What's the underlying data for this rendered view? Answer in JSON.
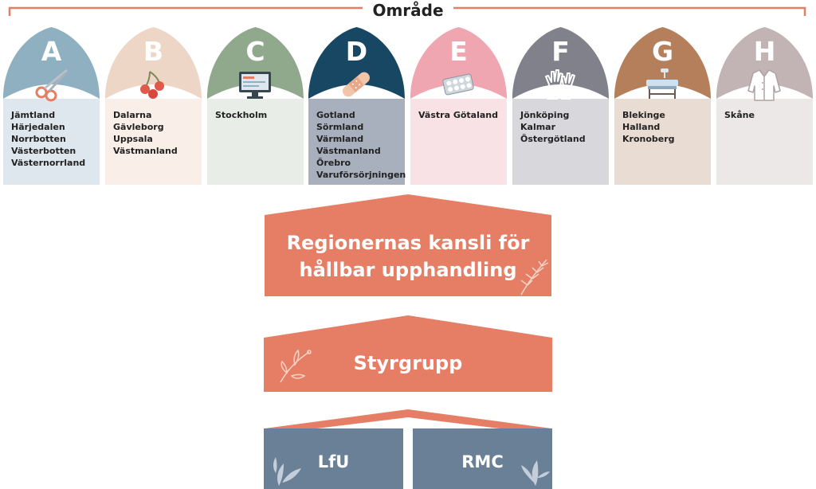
{
  "header": {
    "title": "Område"
  },
  "areas": [
    {
      "letter": "A",
      "icon": "scissors-icon",
      "cap_color": "#8fb0c0",
      "body_color": "#dfe7ee",
      "regions": [
        "Jämtland",
        "Härjedalen",
        "Norrbotten",
        "Västerbotten",
        "Västernorrland"
      ]
    },
    {
      "letter": "B",
      "icon": "berries-icon",
      "cap_color": "#eed6c6",
      "body_color": "#faefe8",
      "regions": [
        "Dalarna",
        "Gävleborg",
        "Uppsala",
        "Västmanland"
      ]
    },
    {
      "letter": "C",
      "icon": "monitor-icon",
      "cap_color": "#90a98c",
      "body_color": "#e8ede7",
      "regions": [
        "Stockholm"
      ]
    },
    {
      "letter": "D",
      "icon": "bandage-icon",
      "cap_color": "#174762",
      "body_color": "#a8b0bd",
      "regions": [
        "Gotland",
        "Sörmland",
        "Värmland",
        "Västmanland",
        "Örebro",
        "Varuförsörjningen"
      ]
    },
    {
      "letter": "E",
      "icon": "pill-blister-icon",
      "cap_color": "#f0a6b0",
      "body_color": "#f9e2e5",
      "regions": [
        "Västra Götaland"
      ]
    },
    {
      "letter": "F",
      "icon": "gloves-icon",
      "cap_color": "#80818b",
      "body_color": "#d8d8dc",
      "regions": [
        "Jönköping",
        "Kalmar",
        "Östergötland"
      ]
    },
    {
      "letter": "G",
      "icon": "hospital-bed-icon",
      "cap_color": "#b67f5b",
      "body_color": "#e9dcd3",
      "regions": [
        "Blekinge",
        "Halland",
        "Kronoberg"
      ]
    },
    {
      "letter": "H",
      "icon": "lab-coat-icon",
      "cap_color": "#c2b3b5",
      "body_color": "#ece8e8",
      "regions": [
        "Skåne"
      ]
    }
  ],
  "kansli": {
    "line1": "Regionernas kansli för",
    "line2": "hållbar upphandling",
    "color": "#e57e65"
  },
  "styrgrupp": {
    "label": "Styrgrupp",
    "color": "#e57e65"
  },
  "bottom": {
    "left_label": "LfU",
    "right_label": "RMC",
    "color": "#6a8096",
    "roof_color": "#e57e65"
  }
}
